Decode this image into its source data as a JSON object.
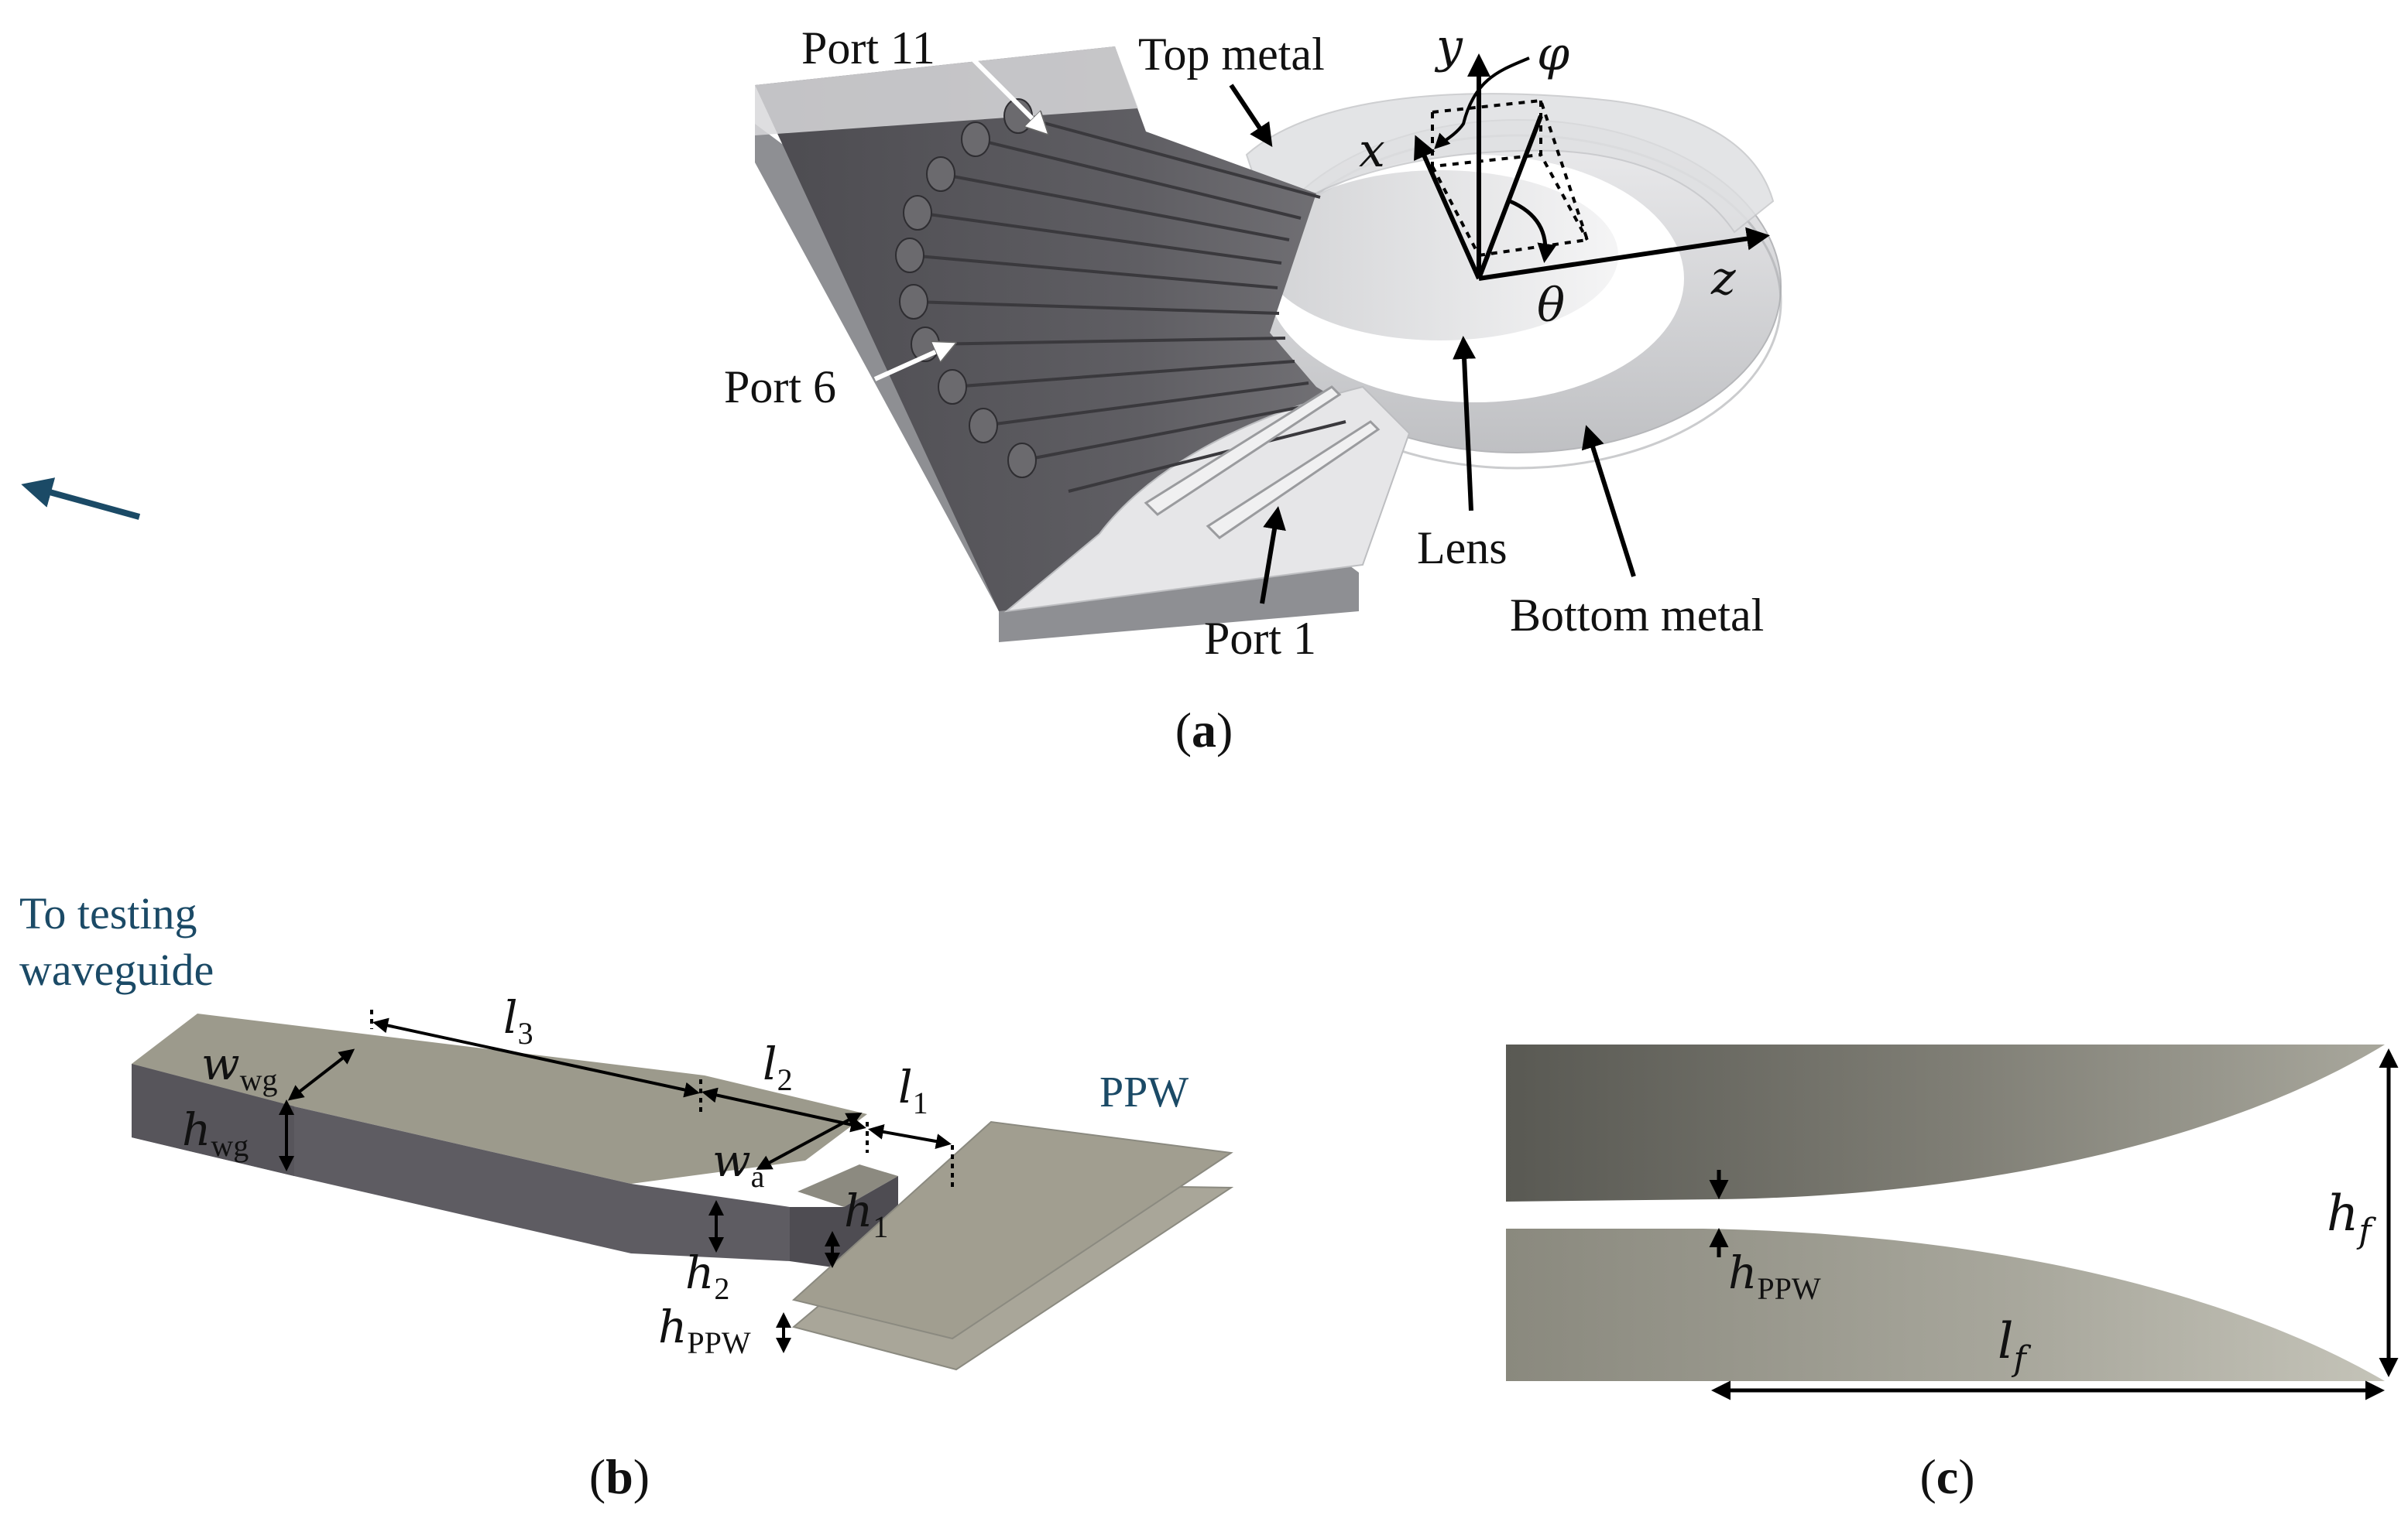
{
  "panel_a": {
    "caption_open": "(",
    "caption_letter": "a",
    "caption_close": ")",
    "labels": {
      "port11": "Port 11",
      "top_metal": "Top metal",
      "port6": "Port 6",
      "port1": "Port 1",
      "lens": "Lens",
      "bottom_metal": "Bottom metal"
    },
    "axes": {
      "y": "y",
      "x": "x",
      "z": "z",
      "phi": "φ",
      "theta": "θ"
    }
  },
  "panel_b": {
    "caption_open": "(",
    "caption_letter": "b",
    "caption_close": ")",
    "to_testing_line1": "To testing",
    "to_testing_line2": "waveguide",
    "ppw": "PPW",
    "w_wg": {
      "base": "w",
      "sub": "wg"
    },
    "h_wg": {
      "base": "h",
      "sub": "wg"
    },
    "l3": {
      "base": "l",
      "sub": "3"
    },
    "l2": {
      "base": "l",
      "sub": "2"
    },
    "l1": {
      "base": "l",
      "sub": "1"
    },
    "w_a": {
      "base": "w",
      "sub": "a"
    },
    "h1": {
      "base": "h",
      "sub": "1"
    },
    "h2": {
      "base": "h",
      "sub": "2"
    },
    "h_ppw": {
      "base": "h",
      "sub": "PPW"
    }
  },
  "panel_c": {
    "caption_open": "(",
    "caption_letter": "c",
    "caption_close": ")",
    "h_ppw": {
      "base": "h",
      "sub": "PPW"
    },
    "h_f": {
      "base": "h",
      "sub": "f"
    },
    "l_f": {
      "base": "l",
      "sub": "f"
    }
  },
  "colors": {
    "metal_dark": "#5c5b5f",
    "metal_light": "#d9dadc",
    "wg_top": "#9c9a8c",
    "wg_side": "#5e5c62",
    "arrow_blue": "#1b4a66"
  }
}
